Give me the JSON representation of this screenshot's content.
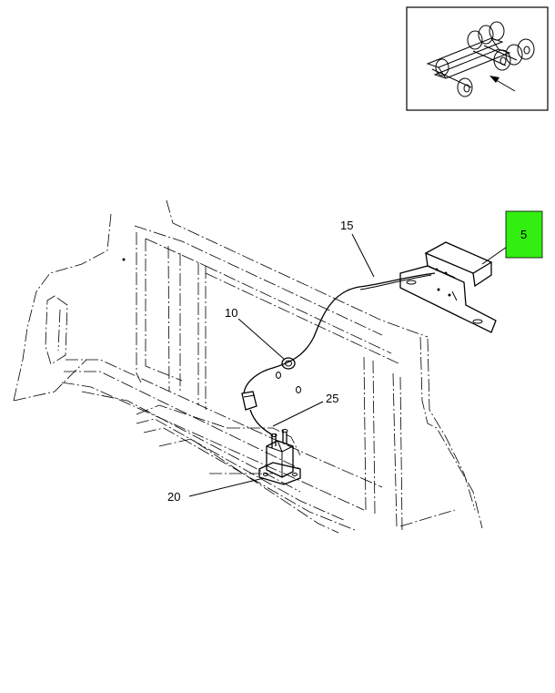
{
  "callouts": {
    "c5": "5",
    "c10": "10",
    "c15": "15",
    "c20": "20",
    "c25": "25"
  },
  "highlight_color": "#33ee11",
  "inset_icon": "truck-chassis-locator-icon"
}
